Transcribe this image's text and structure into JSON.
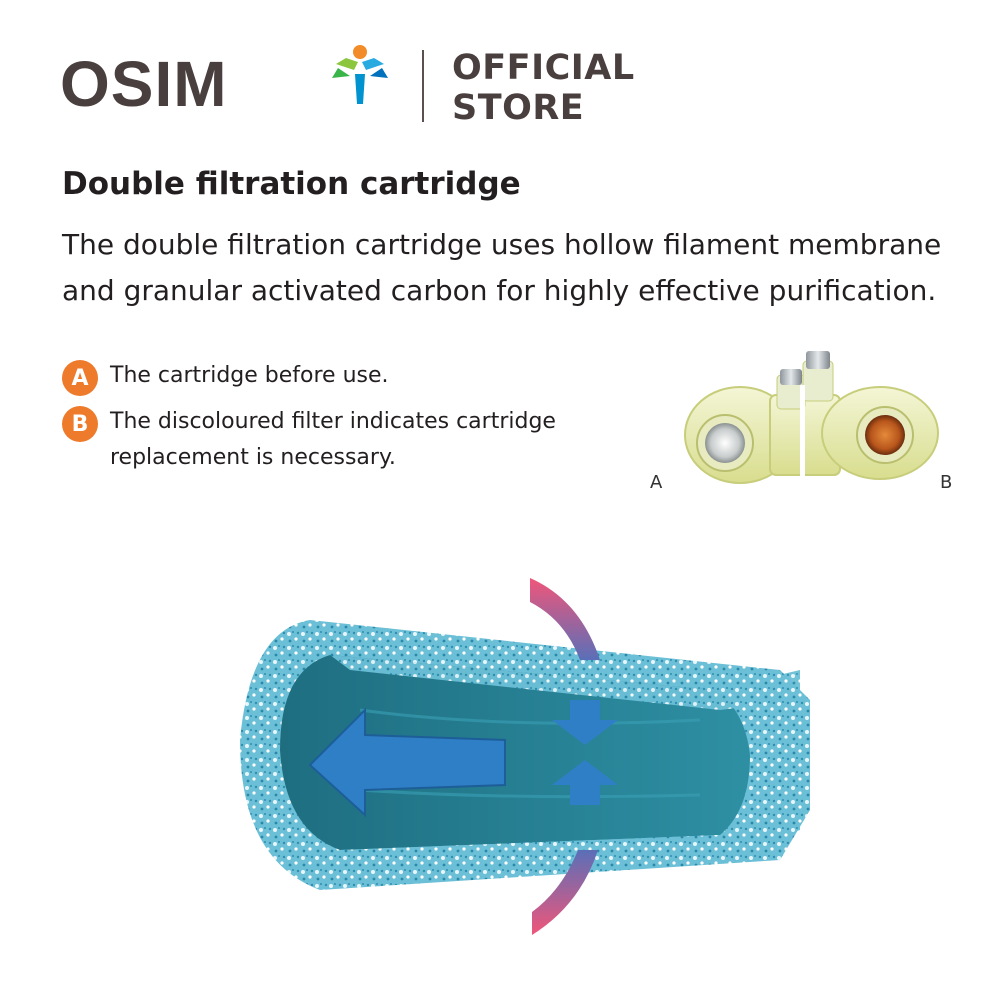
{
  "header": {
    "brand_name": "OSIM",
    "store_label_line1": "OFFICIAL",
    "store_label_line2": "STORE",
    "icon": "osim-logo-mark-icon"
  },
  "content": {
    "title": "Double filtration cartridge",
    "description": "The double filtration cartridge uses hollow filament membrane and granular activated carbon for highly effective purification.",
    "notes": [
      {
        "badge": "A",
        "text": "The cartridge before use."
      },
      {
        "badge": "B",
        "text": "The discoloured filter indicates cartridge replacement is necessary."
      }
    ]
  },
  "cartridge_image": {
    "label_left": "A",
    "label_right": "B"
  },
  "colors": {
    "accent_orange": "#ee7a2b",
    "brand_text": "#4a3f3f",
    "flow_arrow_blue": "#2f7fc7",
    "inflow_arrow_pink": "#f0567a"
  }
}
